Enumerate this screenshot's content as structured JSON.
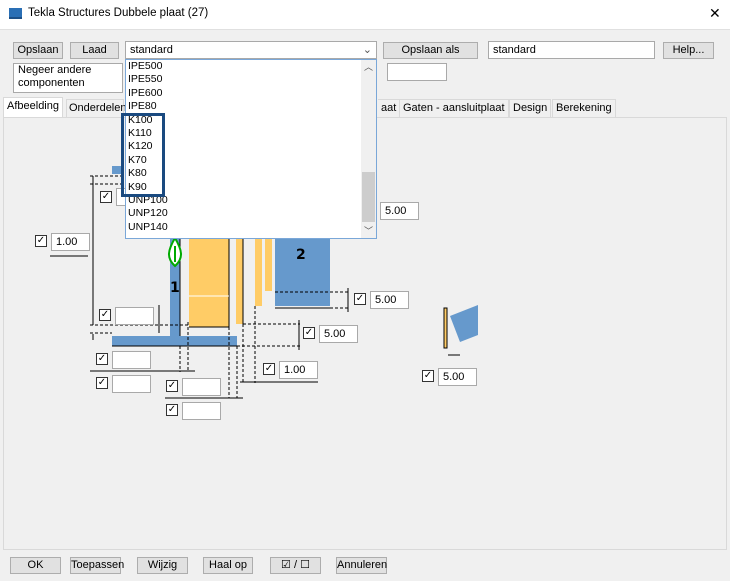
{
  "window": {
    "title": "Tekla Structures  Dubbele plaat (27)",
    "close": "✕"
  },
  "toolbar": {
    "save": "Opslaan",
    "load": "Laad",
    "preset": "standard",
    "save_as": "Opslaan als",
    "save_as_name": "standard",
    "help": "Help...",
    "ignore": "Negeer andere componenten",
    "extra": ""
  },
  "tabs": [
    "Afbeelding",
    "Onderdelen",
    "aat",
    "Gaten - aansluitplaat",
    "Design",
    "Berekening"
  ],
  "dropdown": {
    "items": [
      "IPE500",
      "IPE550",
      "IPE600",
      "IPE80",
      "K100",
      "K110",
      "K120",
      "K70",
      "K80",
      "K90",
      "UNP100",
      "UNP120",
      "UNP140"
    ]
  },
  "drawing": {
    "labels": {
      "part1": "1",
      "part2": "2"
    },
    "fields": [
      {
        "value": ""
      },
      {
        "value": "1.00"
      },
      {
        "value": ""
      },
      {
        "value": ""
      },
      {
        "value": ""
      },
      {
        "value": ""
      },
      {
        "value": ""
      },
      {
        "value": "1.00"
      },
      {
        "value": "5.00"
      },
      {
        "value": "5.00"
      },
      {
        "value": "5.00"
      },
      {
        "value": "5.00"
      }
    ],
    "check": "✓"
  },
  "footer": {
    "ok": "OK",
    "apply": "Toepassen",
    "modify": "Wijzig",
    "get": "Haal op",
    "toggle": "☑ / ☐",
    "cancel": "Annuleren"
  },
  "colors": {
    "steel": "#6699cc",
    "plate": "#ffcc66",
    "highlight": "#1a4a80"
  }
}
